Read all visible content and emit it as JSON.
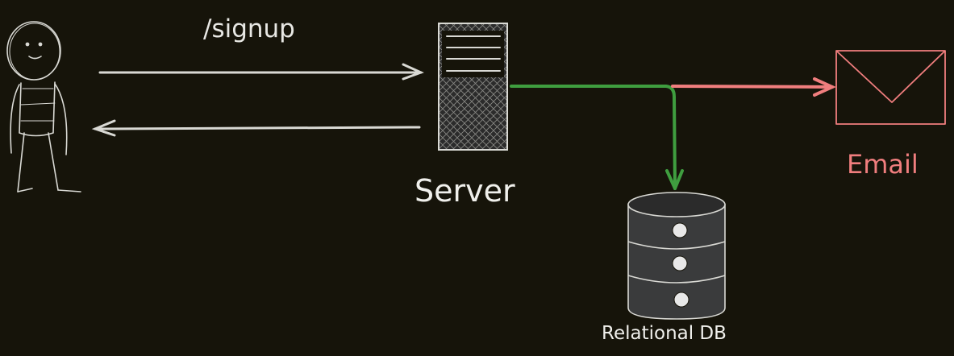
{
  "labels": {
    "request": "/signup",
    "server": "Server",
    "email": "Email",
    "database": "Relational DB"
  },
  "colors": {
    "background": "#16140a",
    "stroke": "#d9d9d4",
    "green": "#3f9e3f",
    "red": "#f07e7e",
    "db_fill": "#3a3b3c",
    "server_fill": "#2b2b2b"
  }
}
